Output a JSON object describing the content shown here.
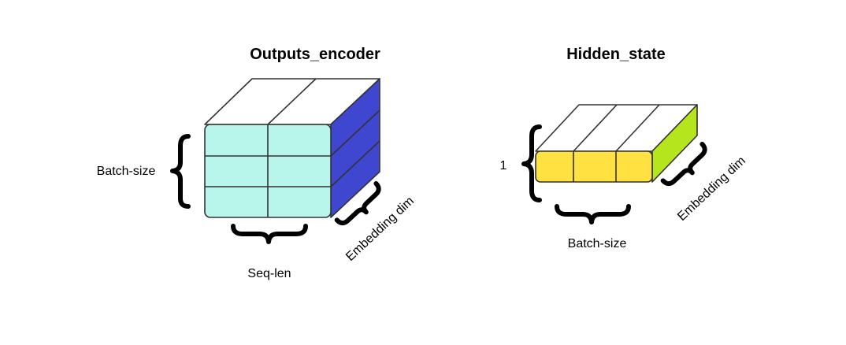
{
  "outputs_encoder": {
    "title": "Outputs_encoder",
    "batch_label": "Batch-size",
    "seq_label": "Seq-len",
    "embedding_label": "Embedding dim"
  },
  "hidden_state": {
    "title": "Hidden_state",
    "one_label": "1",
    "batch_label": "Batch-size",
    "embedding_label": "Embedding dim"
  },
  "colors": {
    "encoder_front": "#b8f5eb",
    "encoder_side": "#3f47d0",
    "hidden_front": "#ffe241",
    "hidden_side": "#b5e61d",
    "top_face": "#ffffff"
  }
}
